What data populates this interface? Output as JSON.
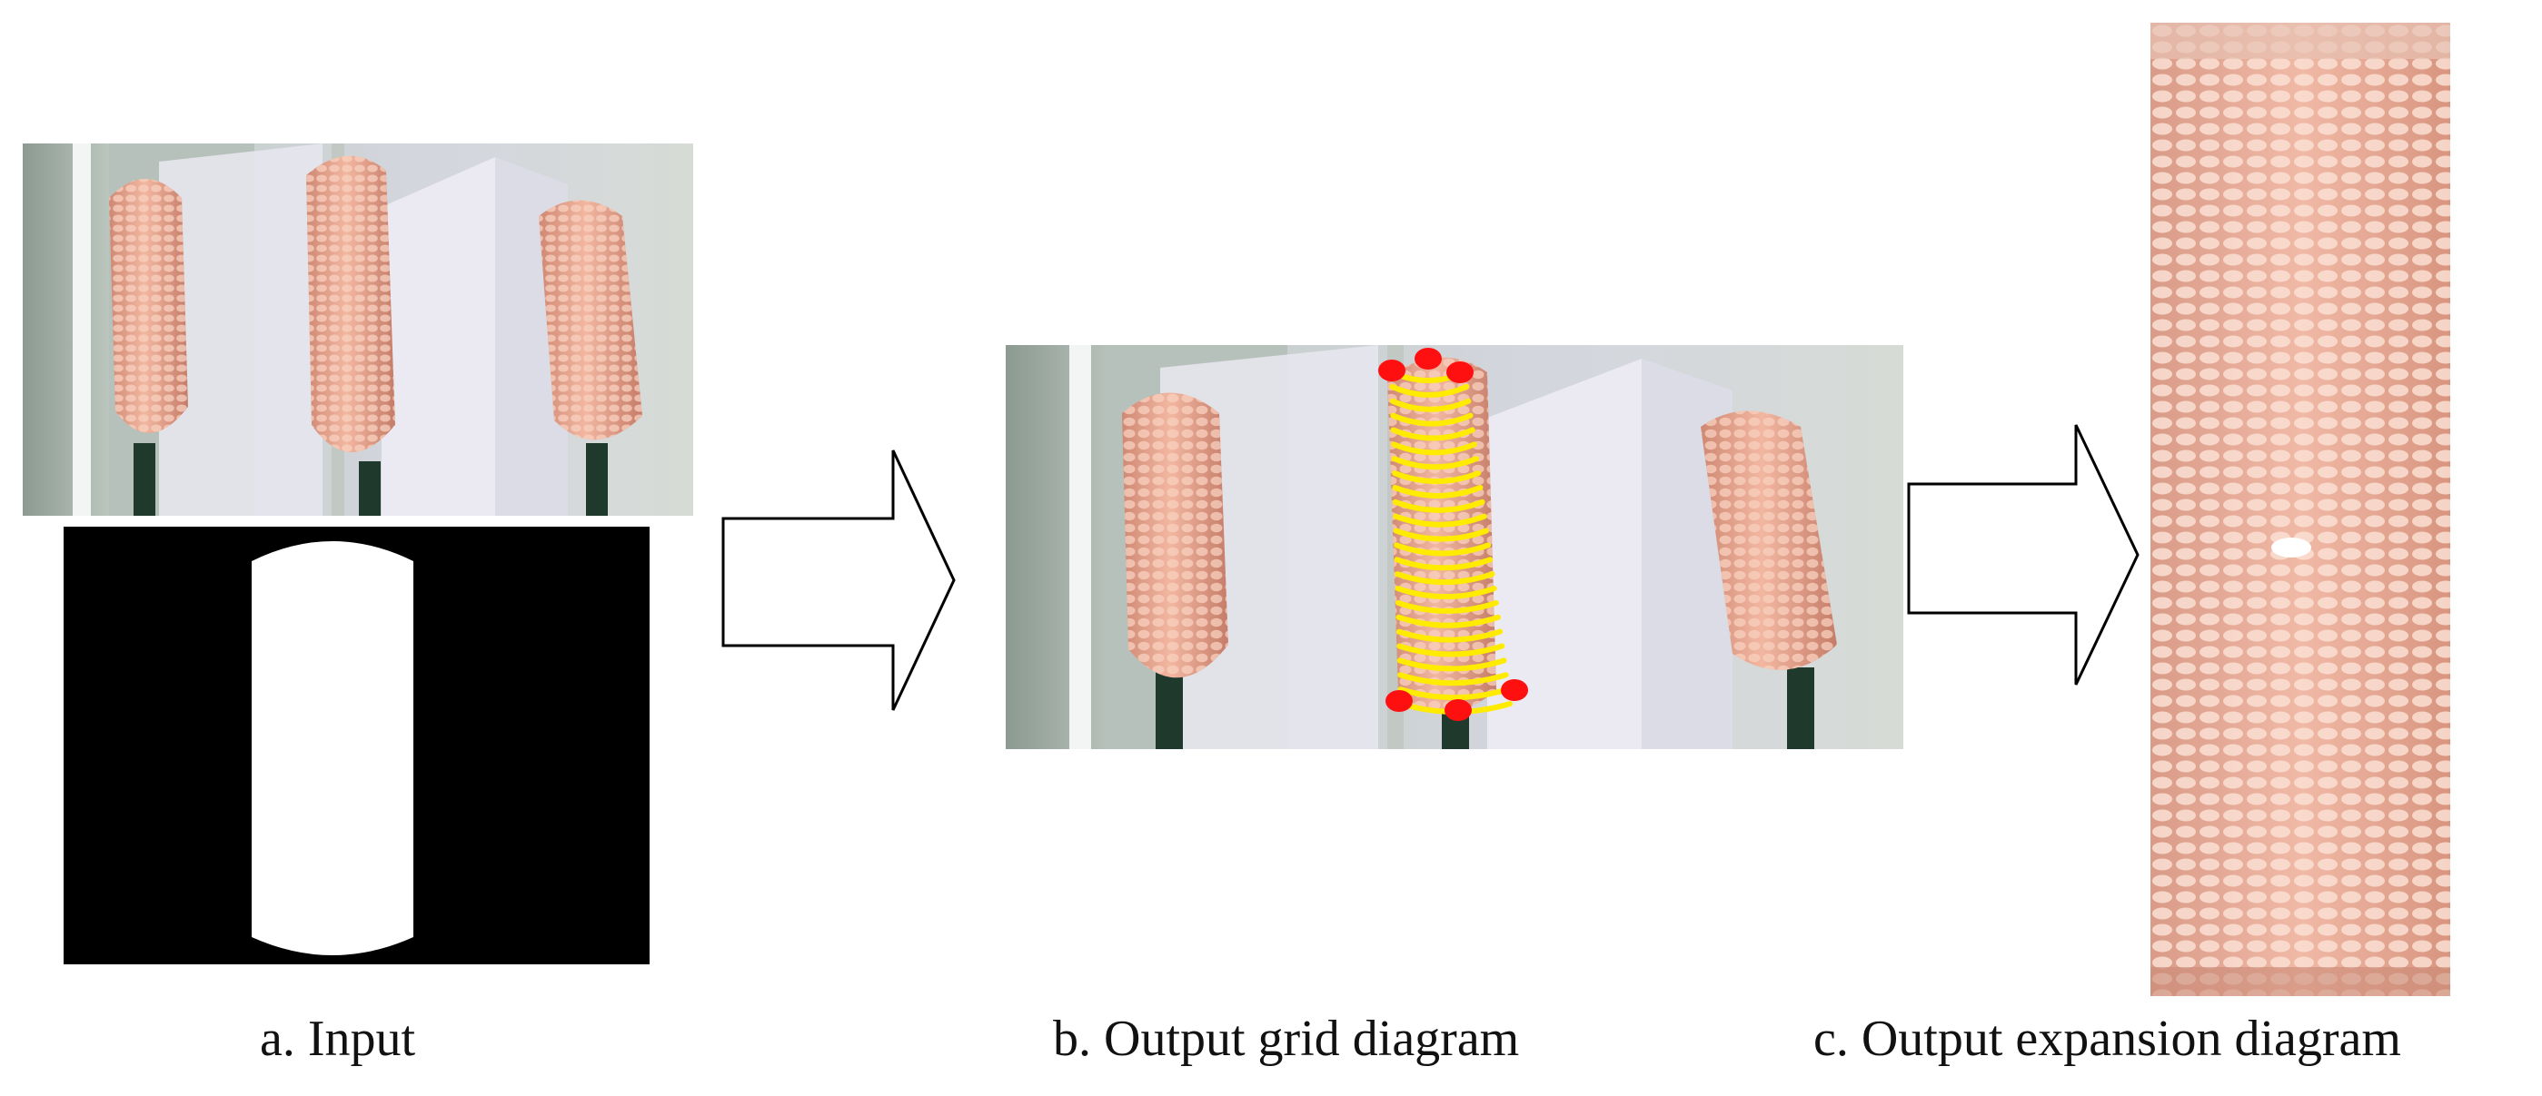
{
  "captions": {
    "input": "a. Input",
    "grid": "b. Output grid diagram",
    "expansion": "c. Output expansion diagram"
  },
  "colors": {
    "corn_kernel": "#e9a48f",
    "corn_kernel_light": "#f6c9b6",
    "stalk": "#1f3a2c",
    "wall_background": "#c9d2cd",
    "grid_line": "#ffeb00",
    "grid_marker": "#ff1010",
    "mask_foreground": "#ffffff",
    "mask_background": "#000000",
    "arrow_fill": "#ffffff",
    "arrow_stroke": "#000000"
  },
  "icons": {
    "flow_arrow": "right-arrow-outline-icon"
  }
}
